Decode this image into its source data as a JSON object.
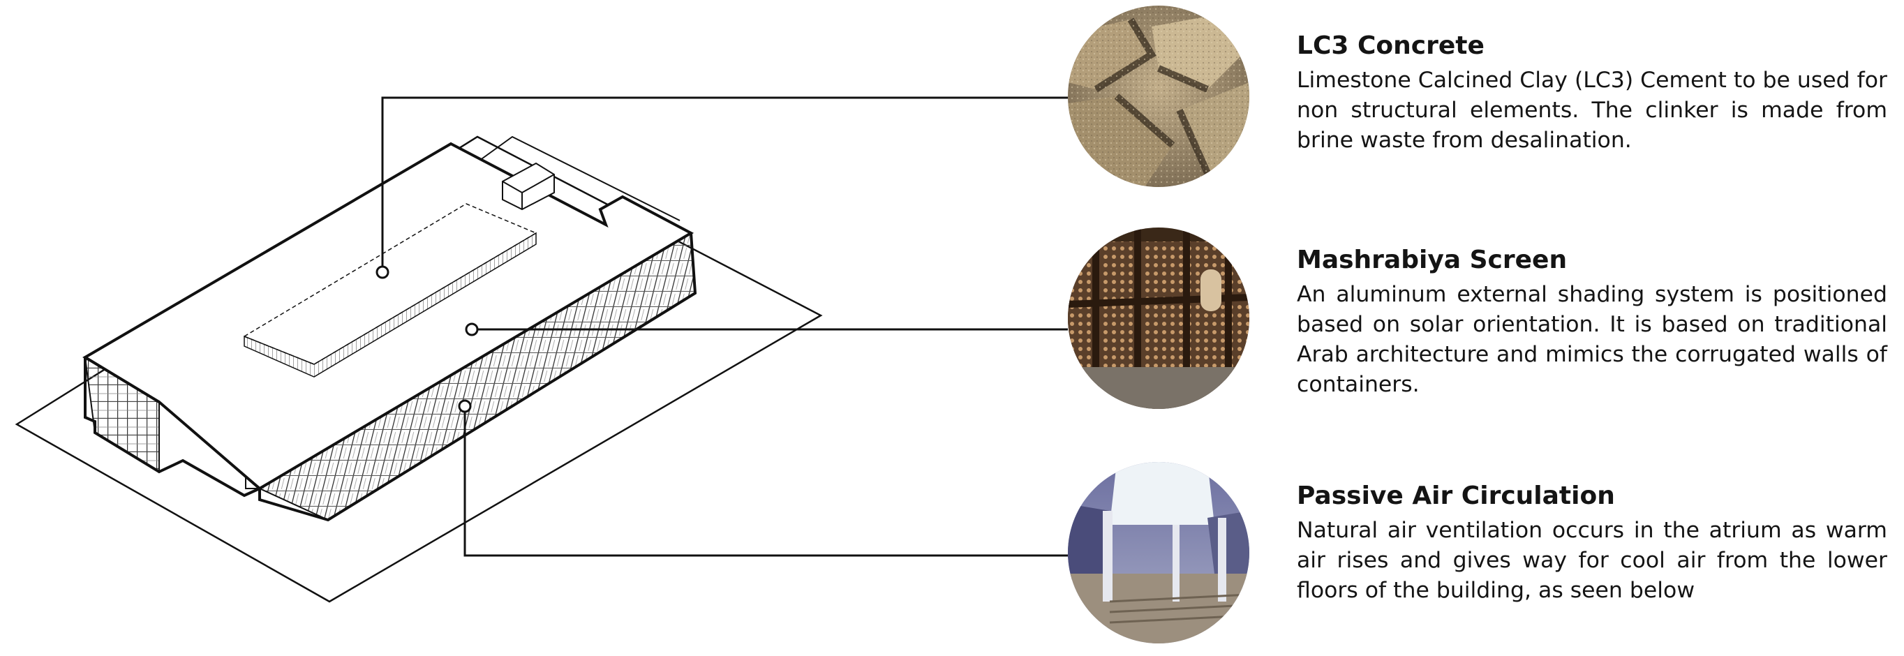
{
  "features": [
    {
      "title": "LC3 Concrete",
      "description": "Limestone Calcined Clay (LC3) Cement to be used for non structural elements. The clinker is made from brine waste from desalination.",
      "image": "concrete-blocks-photo"
    },
    {
      "title": "Mashrabiya Screen",
      "description": "An aluminum external shading system is positioned based on solar orientation. It is based on traditional Arab architecture and mimics the corrugated walls of containers.",
      "image": "mashrabiya-screen-photo"
    },
    {
      "title": "Passive Air Circulation",
      "description": "Natural air ventilation occurs in the atrium as warm air rises and gives way for cool air from the lower floors of the building, as seen below",
      "image": "atrium-interior-photo"
    }
  ],
  "colors": {
    "line": "#111111",
    "text": "#141414",
    "background": "#ffffff"
  }
}
